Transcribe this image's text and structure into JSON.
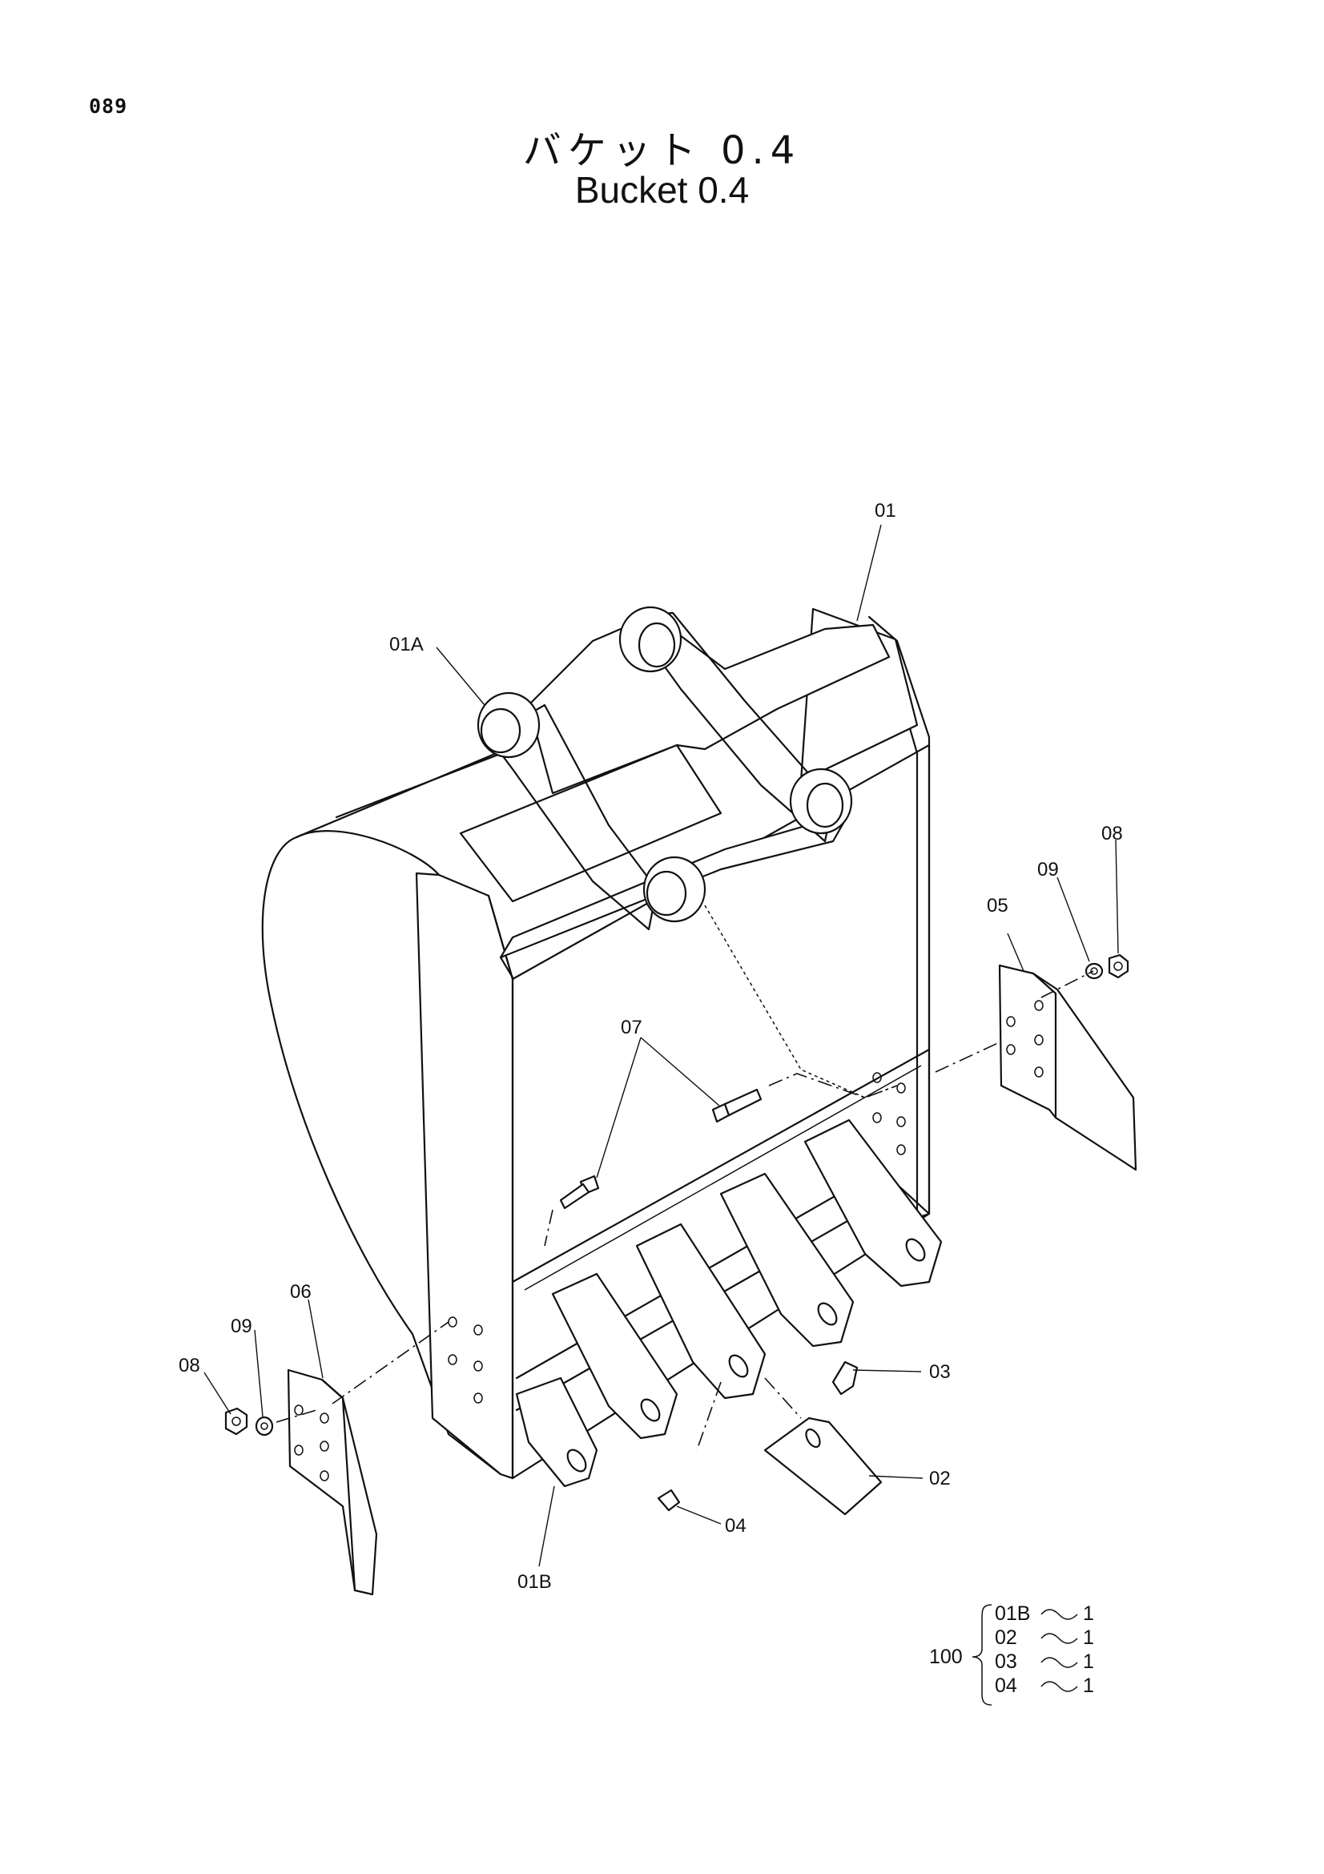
{
  "page": {
    "number": "089",
    "title_jp": "バケット 0.4",
    "title_en": "Bucket 0.4"
  },
  "callouts": {
    "p01": "01",
    "p01a": "01A",
    "p01b": "01B",
    "p02": "02",
    "p03": "03",
    "p04": "04",
    "p05": "05",
    "p06": "06",
    "p07": "07",
    "p08_right": "08",
    "p08_left": "08",
    "p09_right": "09",
    "p09_left": "09"
  },
  "kit": {
    "number": "100",
    "items": [
      {
        "part": "01B",
        "qty": "1"
      },
      {
        "part": "02",
        "qty": "1"
      },
      {
        "part": "03",
        "qty": "1"
      },
      {
        "part": "04",
        "qty": "1"
      }
    ]
  }
}
